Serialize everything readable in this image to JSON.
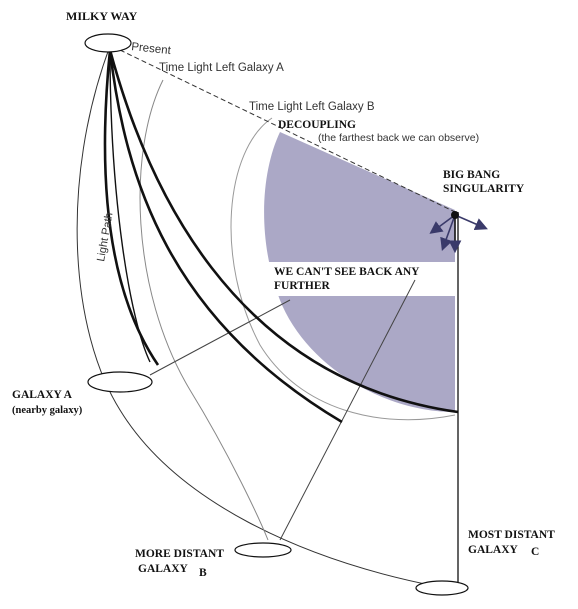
{
  "labels": {
    "milky_way": "MILKY WAY",
    "present": "Present",
    "time_left_a": "Time Light Left Galaxy A",
    "time_left_b": "Time Light Left Galaxy B",
    "decoupling": "DECOUPLING",
    "decoupling_note": "(the farthest back we can observe)",
    "big_bang_line1": "BIG BANG",
    "big_bang_line2": "SINGULARITY",
    "cant_see_line1": "WE CAN'T SEE BACK ANY",
    "cant_see_line2": "FURTHER",
    "light_path": "Light Path",
    "galaxy_a": "GALAXY A",
    "galaxy_a_note": "(nearby galaxy)",
    "galaxy_b_line1": "MORE DISTANT",
    "galaxy_b_line2": "GALAXY",
    "galaxy_b_letter": "B",
    "galaxy_c_line1": "MOST DISTANT",
    "galaxy_c_line2": "GALAXY",
    "galaxy_c_letter": "C"
  },
  "colors": {
    "unobservable_region": "#a7a3c3",
    "ink": "#111111",
    "arrow_tint": "#3a3a6a"
  }
}
